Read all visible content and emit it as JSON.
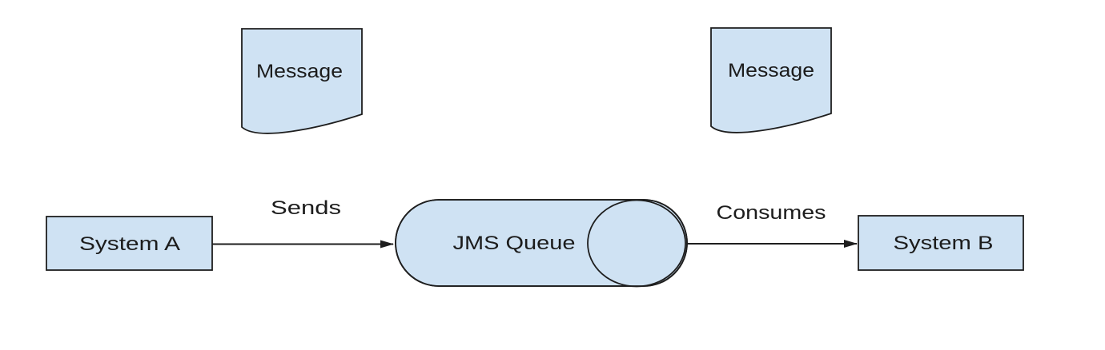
{
  "diagram": {
    "type": "flow-diagram",
    "background": "#ffffff",
    "colors": {
      "shape_fill": "#cfe2f3",
      "shape_stroke": "#1e1e1e",
      "text": "#1c1c1c"
    },
    "nodes": [
      {
        "id": "message-left",
        "shape": "document",
        "label": "Message"
      },
      {
        "id": "system-a",
        "shape": "rectangle",
        "label": "System A"
      },
      {
        "id": "jms-queue",
        "shape": "queue",
        "label": "JMS Queue"
      },
      {
        "id": "message-right",
        "shape": "document",
        "label": "Message"
      },
      {
        "id": "system-b",
        "shape": "rectangle",
        "label": "System B"
      }
    ],
    "edges": [
      {
        "from": "system-a",
        "to": "jms-queue",
        "label": "Sends",
        "direction": "right"
      },
      {
        "from": "jms-queue",
        "to": "system-b",
        "label": "Consumes",
        "direction": "right"
      }
    ]
  }
}
